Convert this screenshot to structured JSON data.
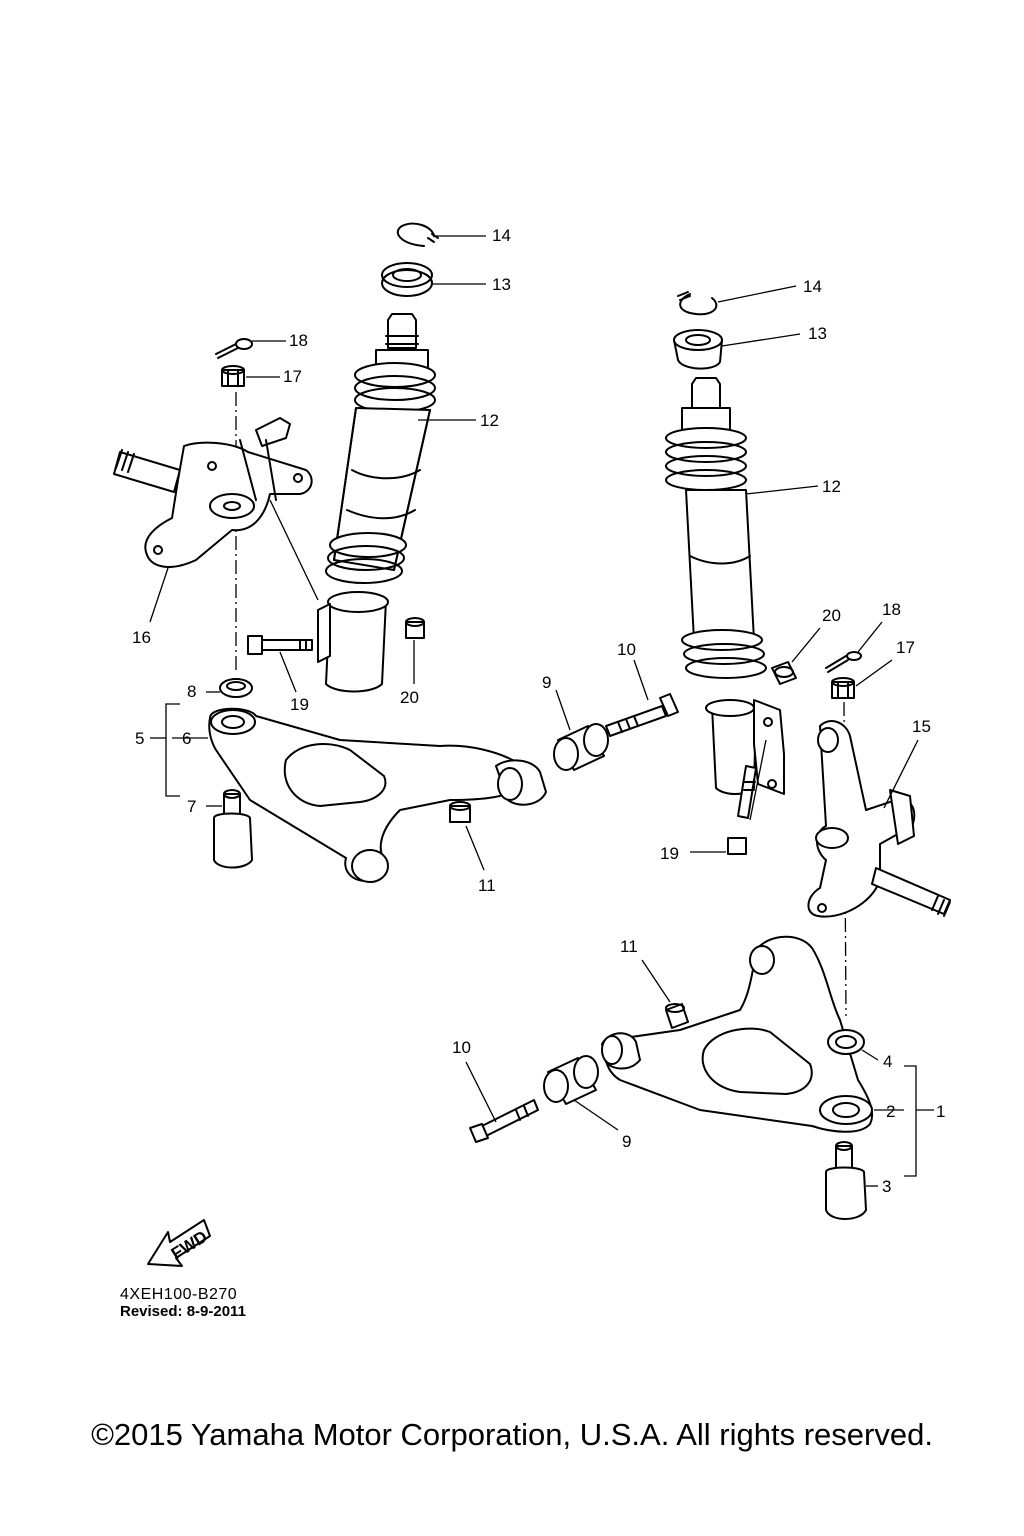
{
  "labels": {
    "l14a": "14",
    "l13a": "13",
    "l18a": "18",
    "l17a": "17",
    "l12a": "12",
    "l16": "16",
    "l19a": "19",
    "l20a": "20",
    "l8": "8",
    "l5": "5",
    "l6": "6",
    "l7": "7",
    "l9a": "9",
    "l10a": "10",
    "l11a": "11",
    "l14b": "14",
    "l13b": "13",
    "l12b": "12",
    "l20b": "20",
    "l18b": "18",
    "l17b": "17",
    "l15": "15",
    "l19b": "19",
    "l11b": "11",
    "l10b": "10",
    "l9b": "9",
    "l4": "4",
    "l2": "2",
    "l1": "1",
    "l3": "3"
  },
  "fwd_arrow": {
    "text": "FWD"
  },
  "diagram_code": "4XEH100-B270",
  "revised": "Revised: 8-9-2011",
  "copyright": "©2015 Yamaha Motor Corporation, U.S.A. All rights reserved."
}
